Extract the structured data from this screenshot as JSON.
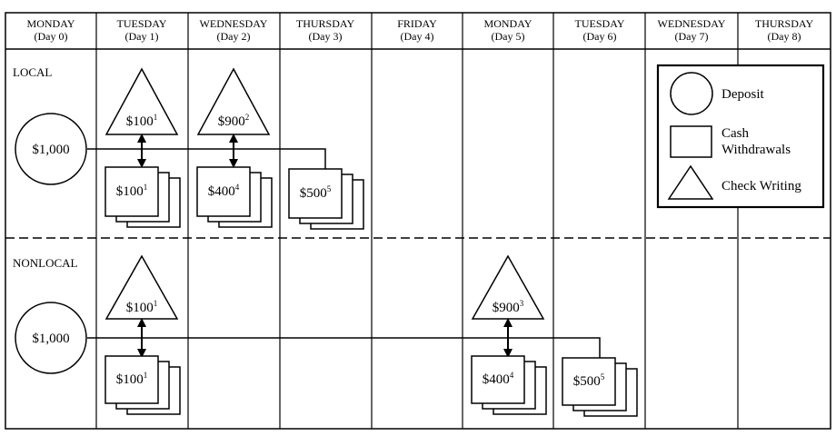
{
  "columns": [
    {
      "day": "MONDAY",
      "sub": "(Day 0)"
    },
    {
      "day": "TUESDAY",
      "sub": "(Day 1)"
    },
    {
      "day": "WEDNESDAY",
      "sub": "(Day 2)"
    },
    {
      "day": "THURSDAY",
      "sub": "(Day 3)"
    },
    {
      "day": "FRIDAY",
      "sub": "(Day 4)"
    },
    {
      "day": "MONDAY",
      "sub": "(Day 5)"
    },
    {
      "day": "TUESDAY",
      "sub": "(Day 6)"
    },
    {
      "day": "WEDNESDAY",
      "sub": "(Day 7)"
    },
    {
      "day": "THURSDAY",
      "sub": "(Day 8)"
    }
  ],
  "local": {
    "label": "LOCAL",
    "deposit": "$1,000",
    "check_1": {
      "amount": "$100",
      "note": "1"
    },
    "check_2": {
      "amount": "$900",
      "note": "2"
    },
    "cash_1": {
      "amount": "$100",
      "note": "1"
    },
    "cash_2": {
      "amount": "$400",
      "note": "4"
    },
    "cash_3": {
      "amount": "$500",
      "note": "5"
    }
  },
  "nonlocal": {
    "label": "NONLOCAL",
    "deposit": "$1,000",
    "check_1": {
      "amount": "$100",
      "note": "1"
    },
    "check_2": {
      "amount": "$900",
      "note": "3"
    },
    "cash_1": {
      "amount": "$100",
      "note": "1"
    },
    "cash_2": {
      "amount": "$400",
      "note": "4"
    },
    "cash_3": {
      "amount": "$500",
      "note": "5"
    }
  },
  "legend": {
    "deposit": "Deposit",
    "cash_line1": "Cash",
    "cash_line2": "Withdrawals",
    "check": "Check Writing"
  }
}
